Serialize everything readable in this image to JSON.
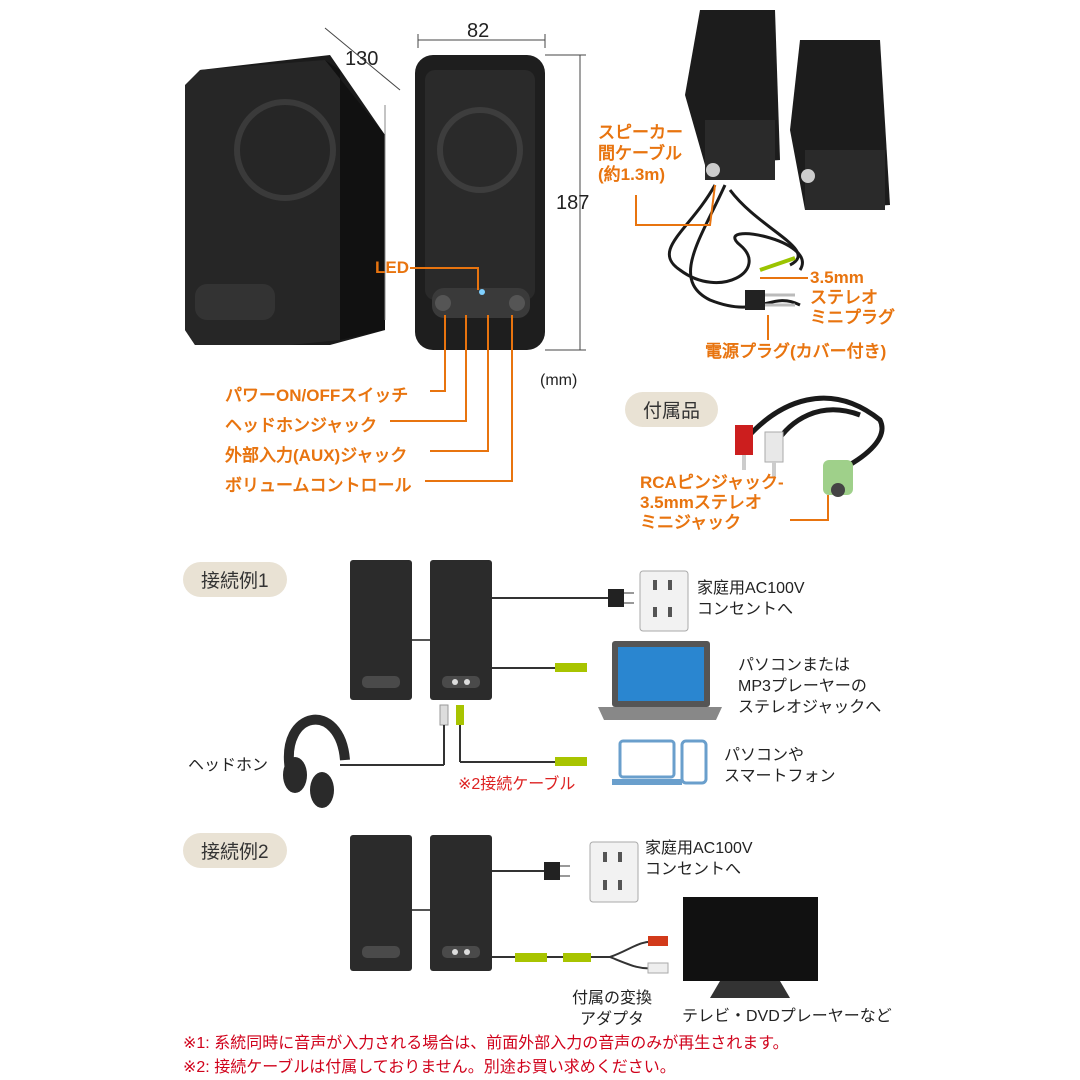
{
  "dimensions": {
    "depth": "130",
    "width": "82",
    "height": "187",
    "unit": "(mm)"
  },
  "callouts": {
    "led": "LED",
    "power_switch": "パワーON/OFFスイッチ",
    "headphone_jack": "ヘッドホンジャック",
    "aux_jack": "外部入力(AUX)ジャック",
    "volume": "ボリュームコントロール"
  },
  "rear": {
    "cable_line1": "スピーカー",
    "cable_line2": "間ケーブル",
    "cable_line3": "(約1.3m)",
    "plug_line1": "3.5mm",
    "plug_line2": "ステレオ",
    "plug_line3": "ミニプラグ",
    "power_plug": "電源プラグ(カバー付き)"
  },
  "accessory": {
    "badge": "付属品",
    "line1": "RCAピンジャック-",
    "line2": "3.5mmステレオ",
    "line3": "ミニジャック"
  },
  "example1": {
    "badge": "接続例1",
    "outlet_line1": "家庭用AC100V",
    "outlet_line2": "コンセントへ",
    "pc_line1": "パソコンまたは",
    "pc_line2": "MP3プレーヤーの",
    "pc_line3": "ステレオジャックへ",
    "headphone": "ヘッドホン",
    "cable_note": "※2接続ケーブル",
    "mobile_line1": "パソコンや",
    "mobile_line2": "スマートフォン"
  },
  "example2": {
    "badge": "接続例2",
    "outlet_line1": "家庭用AC100V",
    "outlet_line2": "コンセントへ",
    "adapter_line1": "付属の変換",
    "adapter_line2": "アダプタ",
    "tv": "テレビ・DVDプレーヤーなど"
  },
  "notes": {
    "note1": "※1: 系統同時に音声が入力される場合は、前面外部入力の音声のみが再生されます。",
    "note2": "※2: 接続ケーブルは付属しておりません。別途お買い求めください。"
  },
  "colors": {
    "accent": "#e8740f",
    "note_red": "#d0021b",
    "badge_bg": "#e9e2d4",
    "cable_green": "#a8c400"
  }
}
